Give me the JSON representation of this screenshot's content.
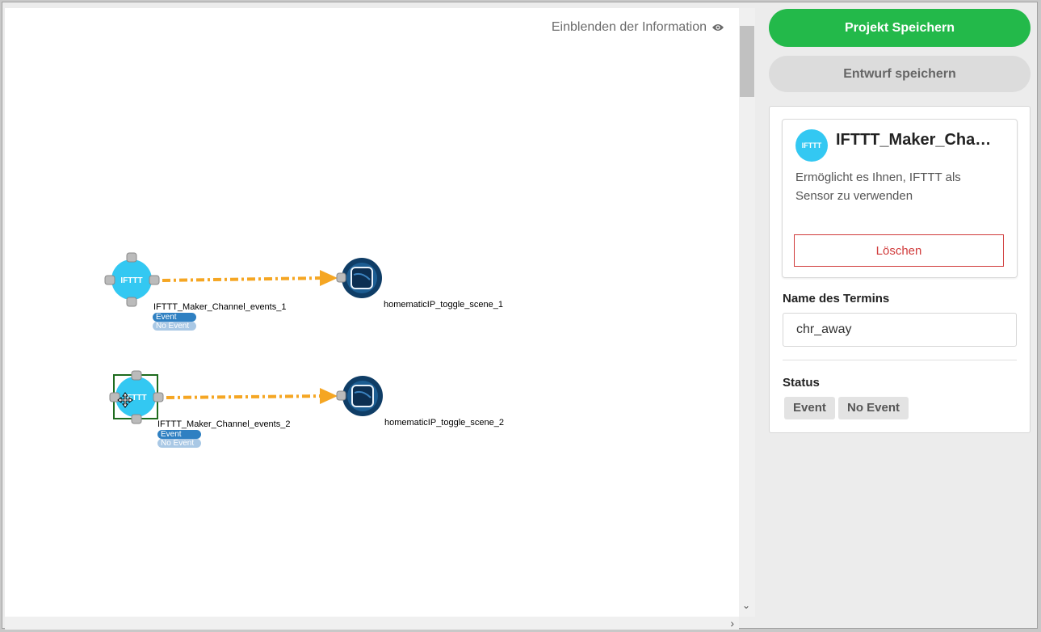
{
  "canvas": {
    "info_toggle_label": "Einblenden der Information",
    "nodes": [
      {
        "source_label": "IFTTT_Maker_Channel_events_1",
        "source_logo_text": "IFTTT",
        "target_label": "homematicIP_toggle_scene_1",
        "pills": [
          "Event",
          "No Event"
        ]
      },
      {
        "source_label": "IFTTT_Maker_Channel_events_2",
        "source_logo_text": "IFTTT",
        "target_label": "homematicIP_toggle_scene_2",
        "pills": [
          "Event",
          "No Event"
        ]
      }
    ]
  },
  "sidebar": {
    "save_project_label": "Projekt Speichern",
    "save_draft_label": "Entwurf speichern",
    "card": {
      "logo_text": "IFTTT",
      "title": "IFTTT_Maker_Chan...",
      "description": "Ermöglicht es Ihnen, IFTTT als Sensor zu verwenden",
      "delete_label": "Löschen"
    },
    "event_name_label": "Name des Termins",
    "event_name_value": "chr_away",
    "status_label": "Status",
    "status_options": [
      "Event",
      "No Event"
    ]
  },
  "colors": {
    "primary_green": "#23b94a",
    "ifttt_blue": "#33c8f2",
    "edge_orange": "#f5a623",
    "delete_red": "#d03a3a",
    "homematic_dark": "#0f3d66"
  },
  "icons": [
    "eye-icon",
    "ifttt-logo-icon",
    "homematic-logo-icon",
    "move-cursor-icon",
    "chevron-down-icon",
    "chevron-right-icon"
  ]
}
